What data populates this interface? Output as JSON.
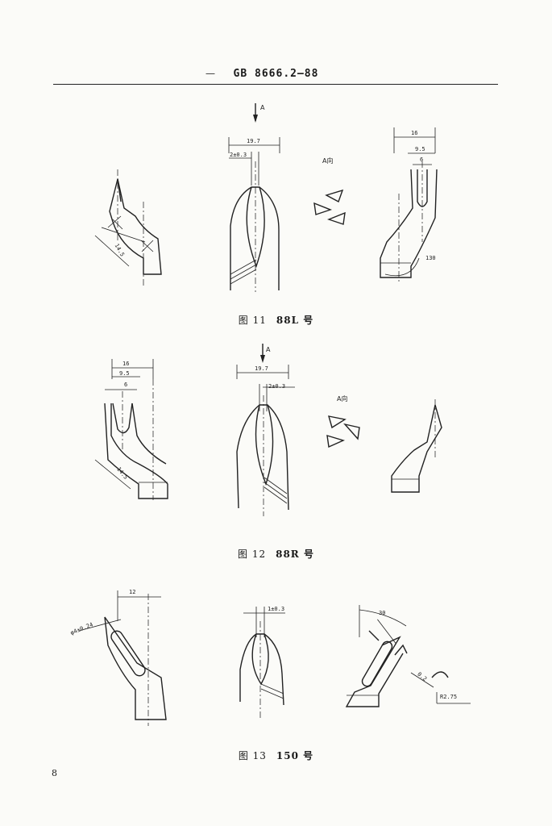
{
  "header": {
    "standard": "GB 8666.2—88",
    "dash": "—"
  },
  "figures": [
    {
      "caption_fig": "图 11",
      "caption_model": "88L 号",
      "view_arrow_label": "A",
      "view_label": "A向",
      "dims": [
        "19.7",
        "2±0.3",
        "14.5",
        "16",
        "9.5",
        "6",
        "130"
      ]
    },
    {
      "caption_fig": "图 12",
      "caption_model": "88R 号",
      "view_arrow_label": "A",
      "view_label": "A向",
      "dims": [
        "16",
        "9.5",
        "6",
        "14.5",
        "19.7",
        "2±0.3"
      ]
    },
    {
      "caption_fig": "图 13",
      "caption_model": "150 号",
      "dims": [
        "12",
        "φ4±0.24",
        "1±0.3",
        "30",
        "0.2",
        "R2.75"
      ]
    }
  ],
  "page_number": "8"
}
